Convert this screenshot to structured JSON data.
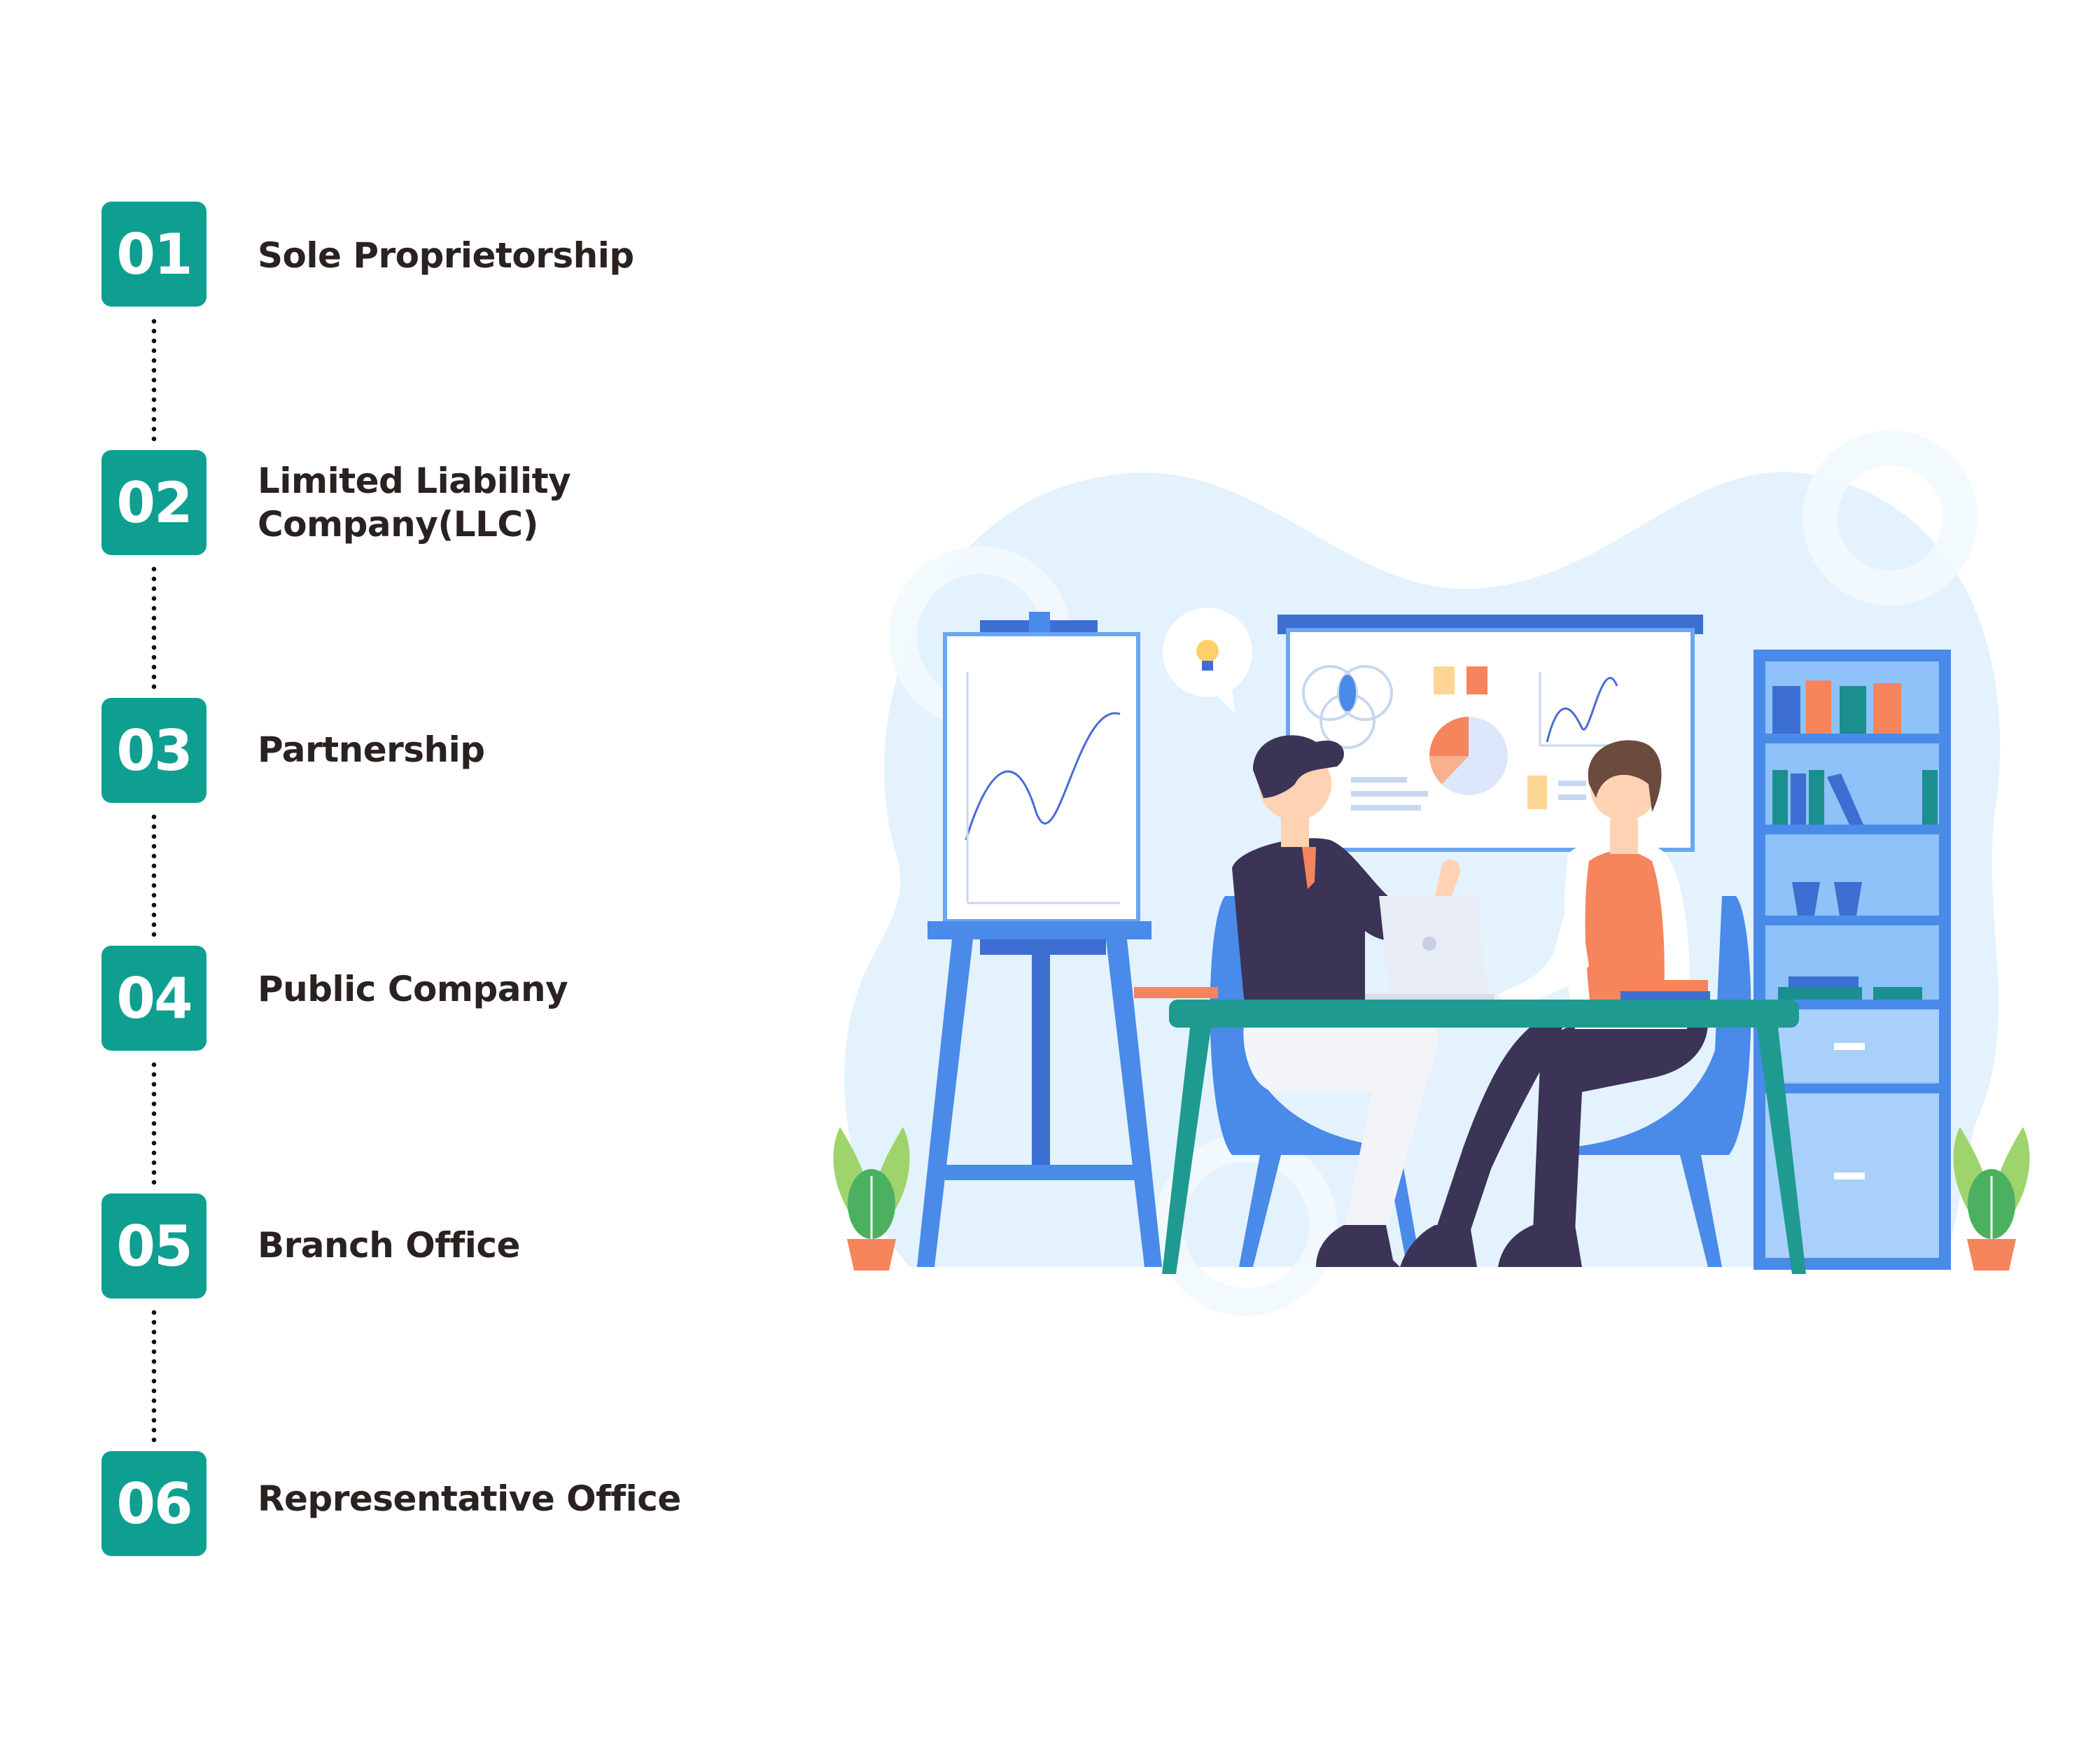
{
  "colors": {
    "teal": "#0e9f91",
    "text": "#2a2220"
  },
  "steps": [
    {
      "number": "01",
      "lines": [
        "Sole Proprietorship"
      ]
    },
    {
      "number": "02",
      "lines": [
        "Limited Liability",
        "Company(LLC)"
      ]
    },
    {
      "number": "03",
      "lines": [
        "Partnership"
      ]
    },
    {
      "number": "04",
      "lines": [
        "Public Company"
      ]
    },
    {
      "number": "05",
      "lines": [
        "Branch Office"
      ]
    },
    {
      "number": "06",
      "lines": [
        "Representative Office"
      ]
    }
  ],
  "illustration": {
    "icons": [
      "lightbulb-icon",
      "laptop-icon",
      "pie-chart-icon",
      "line-chart-icon",
      "plant-icon",
      "bookshelf-icon"
    ]
  }
}
